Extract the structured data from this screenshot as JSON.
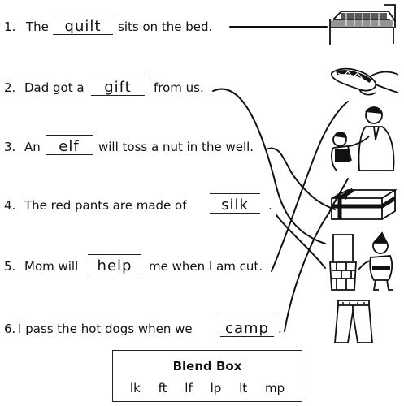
{
  "sentences": [
    {
      "num": "1.",
      "before": "The",
      "answer": "quilt",
      "after": "sits on the bed."
    },
    {
      "num": "2.",
      "before": "Dad got a",
      "answer": "gift",
      "after": "from us."
    },
    {
      "num": "3.",
      "before": "An",
      "answer": "elf",
      "after": "will toss a nut in the well."
    },
    {
      "num": "4.",
      "before": "The red pants are made of",
      "answer": "silk",
      "after": "."
    },
    {
      "num": "5.",
      "before": "Mom will",
      "answer": "help",
      "after": "me when I am cut."
    },
    {
      "num": "6.",
      "before": "I pass the hot dogs when we",
      "answer": "camp",
      "after": "."
    }
  ],
  "pictures": [
    "bed-icon",
    "hot-dog-icon",
    "doctor-with-boy-icon",
    "wrapped-gift-icon",
    "well-with-elf-icon",
    "pants-icon"
  ],
  "blend_box": {
    "title": "Blend Box",
    "items": [
      "lk",
      "ft",
      "lf",
      "lp",
      "lt",
      "mp"
    ]
  }
}
